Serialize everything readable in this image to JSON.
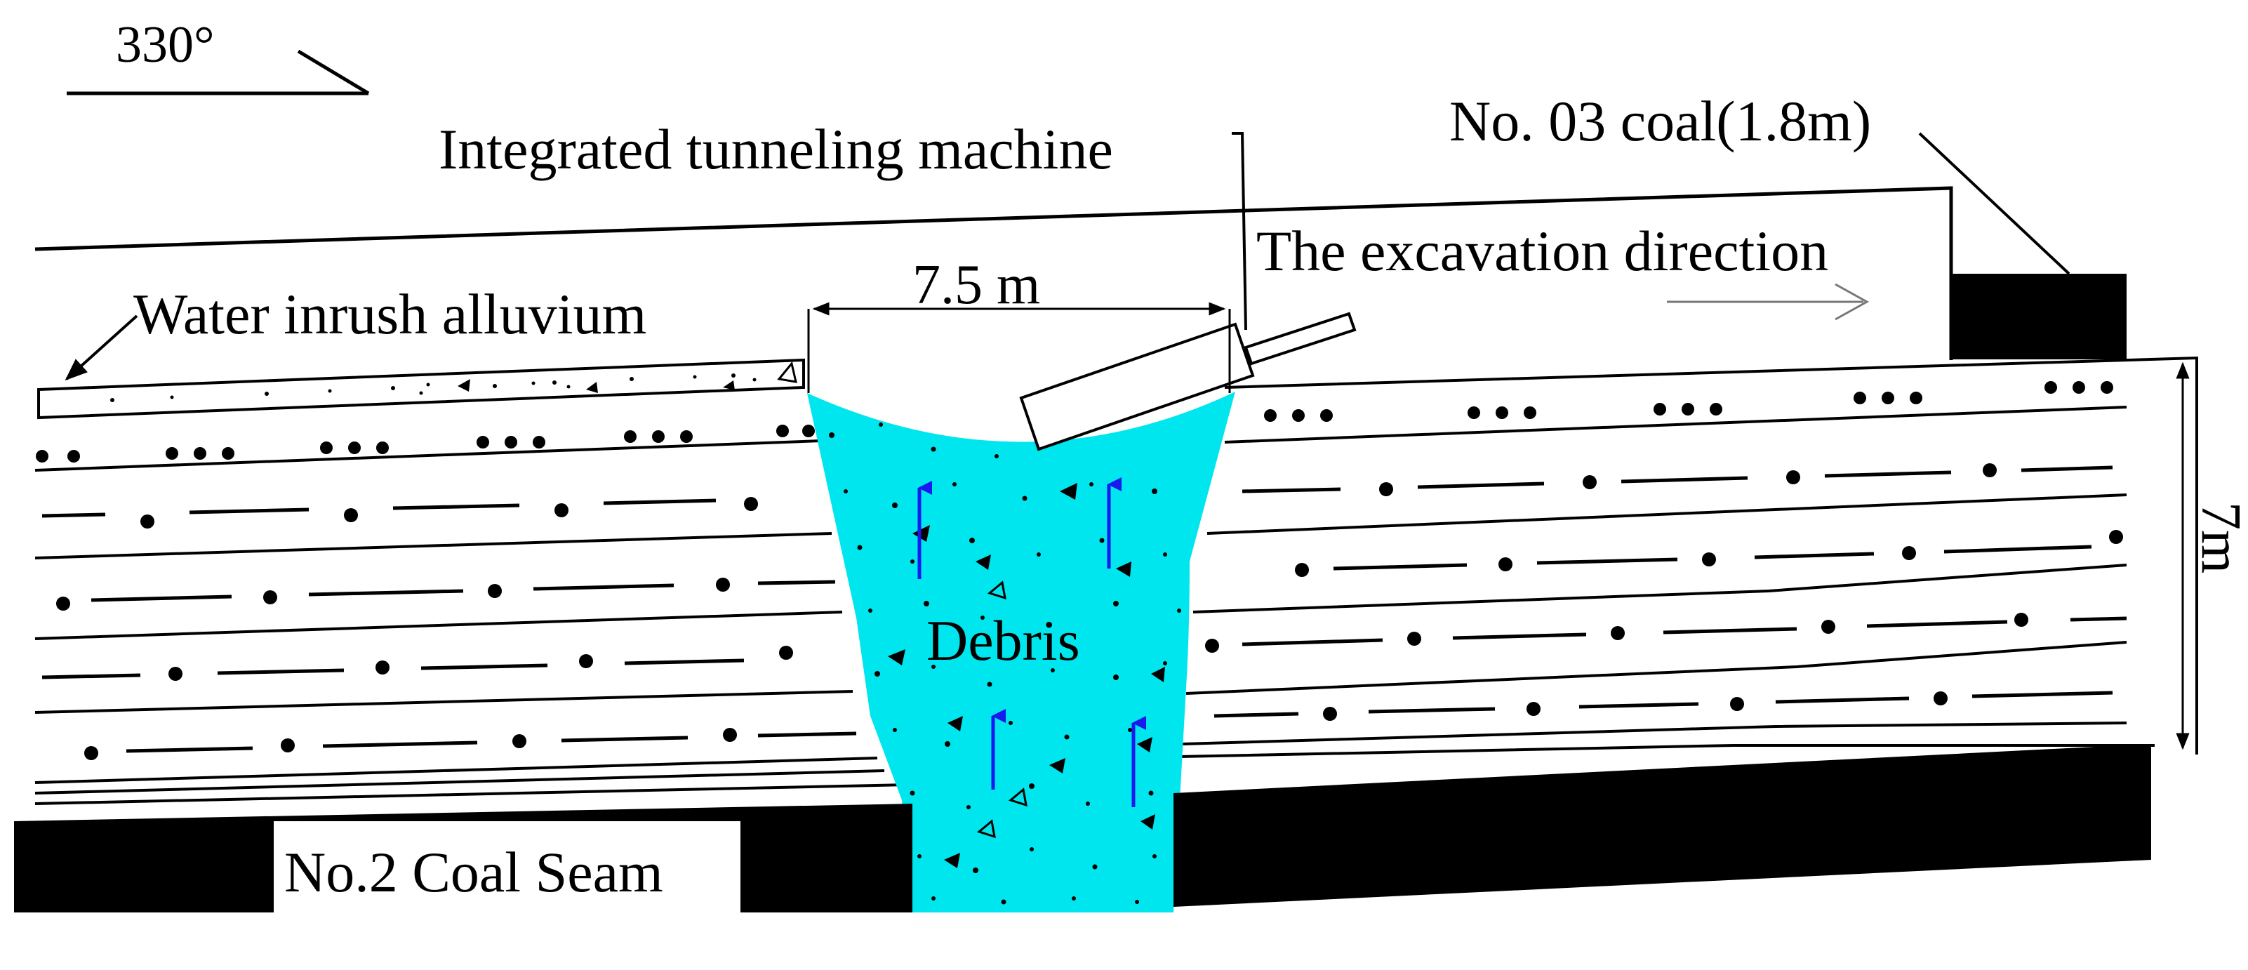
{
  "labels": {
    "orientation": "330°",
    "machine": "Integrated tunneling machine",
    "coal03": "No. 03 coal(1.8m)",
    "direction": "The excavation direction",
    "alluvium": "Water inrush alluvium",
    "width": "7.5 m",
    "height": "7m",
    "debris": "Debris",
    "coal2": "No.2 Coal Seam"
  },
  "colors": {
    "debris_fill": "#00e6ee",
    "arrow": "#1a1aee",
    "coal": "#000000",
    "line": "#000000"
  }
}
